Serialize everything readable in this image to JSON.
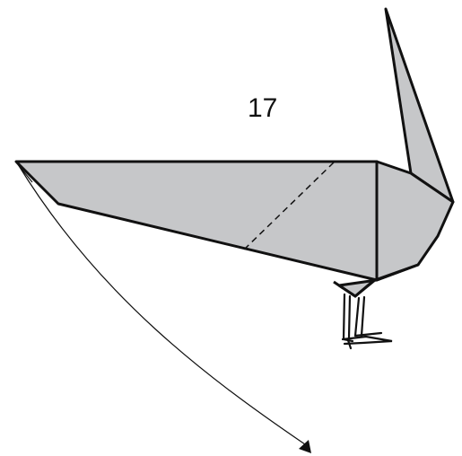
{
  "diagram": {
    "step_number": "17",
    "subject": "origami-bird",
    "fill_color": "#c6c7c9",
    "stroke_color": "#111111",
    "background_color": "#ffffff",
    "annotations": [
      "valley-fold-line",
      "fold-direction-arrow"
    ]
  }
}
